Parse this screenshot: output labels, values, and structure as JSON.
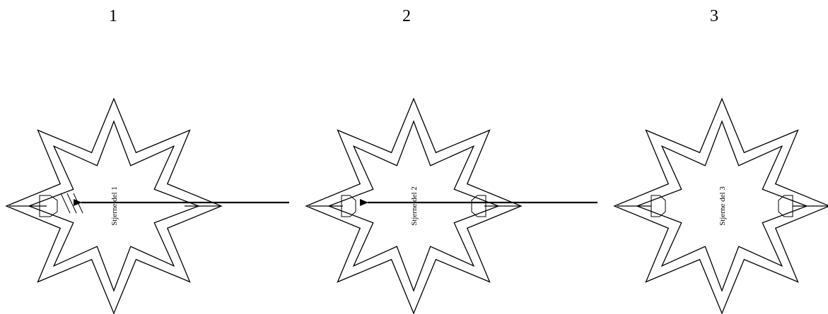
{
  "steps": [
    {
      "number": "1",
      "label": "Stjerne del 1"
    },
    {
      "number": "2",
      "label": "Stjerne del 2"
    },
    {
      "number": "3",
      "label": "Stjerne del 3"
    }
  ],
  "connectors": [
    {
      "from": "2",
      "to": "1",
      "shape": "arrow"
    },
    {
      "from": "3",
      "to": "2",
      "shape": "arrow"
    }
  ],
  "colors": {
    "stroke": "#000000",
    "background": "#ffffff"
  }
}
